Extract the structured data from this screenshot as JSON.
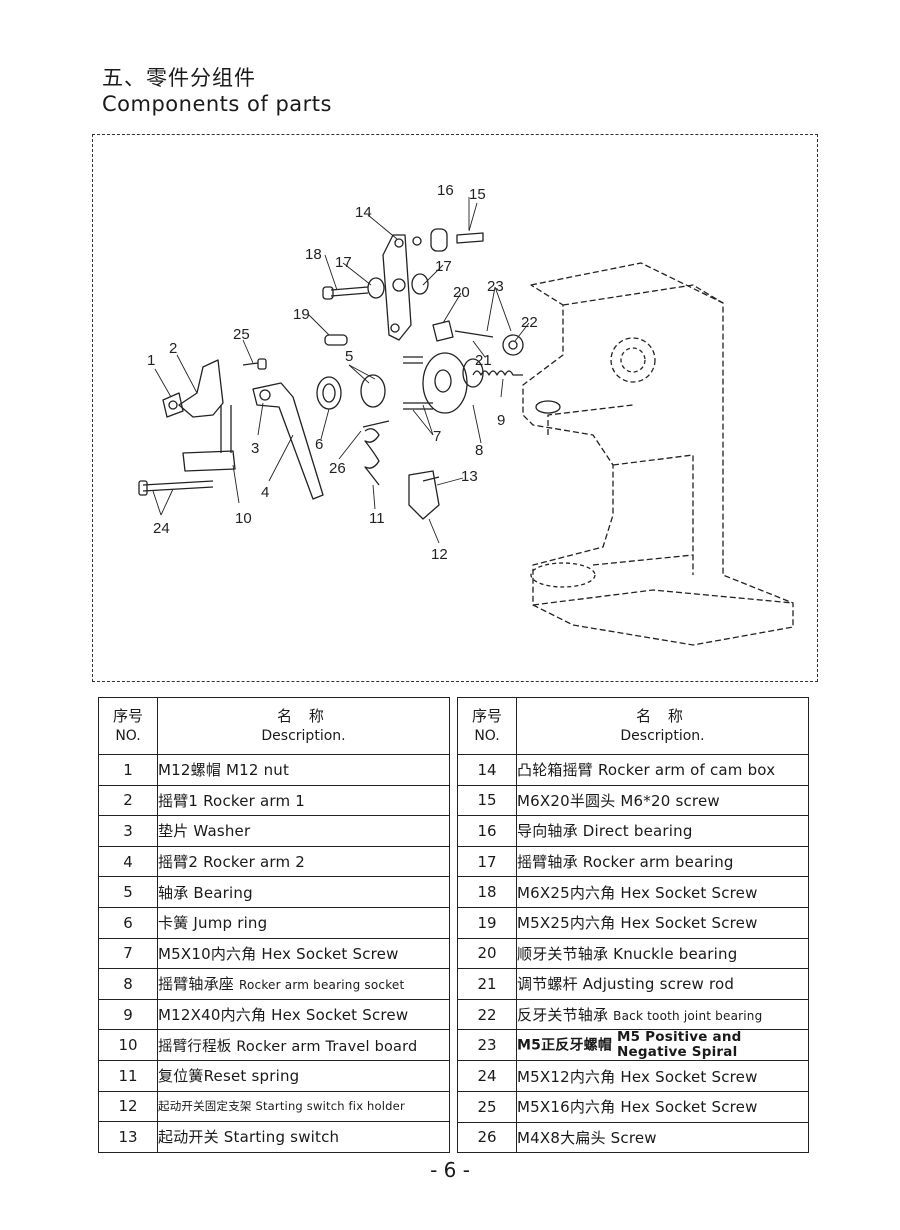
{
  "header": {
    "title_cn": "五、零件分组件",
    "title_en": "Components of parts"
  },
  "figure": {
    "callouts": [
      "1",
      "2",
      "3",
      "4",
      "5",
      "6",
      "7",
      "8",
      "9",
      "10",
      "11",
      "12",
      "13",
      "14",
      "15",
      "16",
      "17",
      "17",
      "18",
      "19",
      "20",
      "21",
      "22",
      "23",
      "24",
      "25",
      "26"
    ]
  },
  "table": {
    "header_no_cn": "序号",
    "header_no_en": "NO.",
    "header_desc_cn": "名 称",
    "header_desc_en": "Description.",
    "left_rows": [
      {
        "no": "1",
        "desc": "M12螺帽  M12 nut"
      },
      {
        "no": "2",
        "desc": "摇臂1  Rocker arm 1"
      },
      {
        "no": "3",
        "desc": "垫片 Washer"
      },
      {
        "no": "4",
        "desc": "摇臂2 Rocker arm 2"
      },
      {
        "no": "5",
        "desc": "轴承 Bearing"
      },
      {
        "no": "6",
        "desc": "卡簧 Jump ring"
      },
      {
        "no": "7",
        "desc": "M5X10内六角 Hex Socket Screw"
      },
      {
        "no": "8",
        "desc_cn": "摇臂轴承座",
        "desc_en": "Rocker arm bearing socket"
      },
      {
        "no": "9",
        "desc": "M12X40内六角 Hex Socket Screw"
      },
      {
        "no": "10",
        "desc": "摇臂行程板 Rocker arm Travel board"
      },
      {
        "no": "11",
        "desc": "复位簧Reset spring"
      },
      {
        "no": "12",
        "desc": "起动开关固定支架 Starting switch fix holder"
      },
      {
        "no": "13",
        "desc": "起动开关 Starting switch"
      }
    ],
    "right_rows": [
      {
        "no": "14",
        "desc": "凸轮箱摇臂 Rocker arm of cam box"
      },
      {
        "no": "15",
        "desc": "M6X20半圆头 M6*20 screw"
      },
      {
        "no": "16",
        "desc": "导向轴承 Direct bearing"
      },
      {
        "no": "17",
        "desc": "摇臂轴承 Rocker arm bearing"
      },
      {
        "no": "18",
        "desc": "M6X25内六角  Hex Socket Screw"
      },
      {
        "no": "19",
        "desc": "M5X25内六角  Hex Socket Screw"
      },
      {
        "no": "20",
        "desc": "顺牙关节轴承 Knuckle bearing"
      },
      {
        "no": "21",
        "desc": "调节螺杆 Adjusting screw rod"
      },
      {
        "no": "22",
        "desc_cn": "反牙关节轴承",
        "desc_en": "Back tooth joint bearing"
      },
      {
        "no": "23",
        "desc_cn": "M5正反牙螺帽",
        "desc_en1": "M5 Positive and",
        "desc_en2": "Negative Spiral"
      },
      {
        "no": "24",
        "desc": "M5X12内六角 Hex Socket Screw"
      },
      {
        "no": "25",
        "desc": "M5X16内六角 Hex Socket Screw"
      },
      {
        "no": "26",
        "desc": "M4X8大扁头 Screw"
      }
    ]
  },
  "footer": {
    "page_number": "- 6 -"
  }
}
